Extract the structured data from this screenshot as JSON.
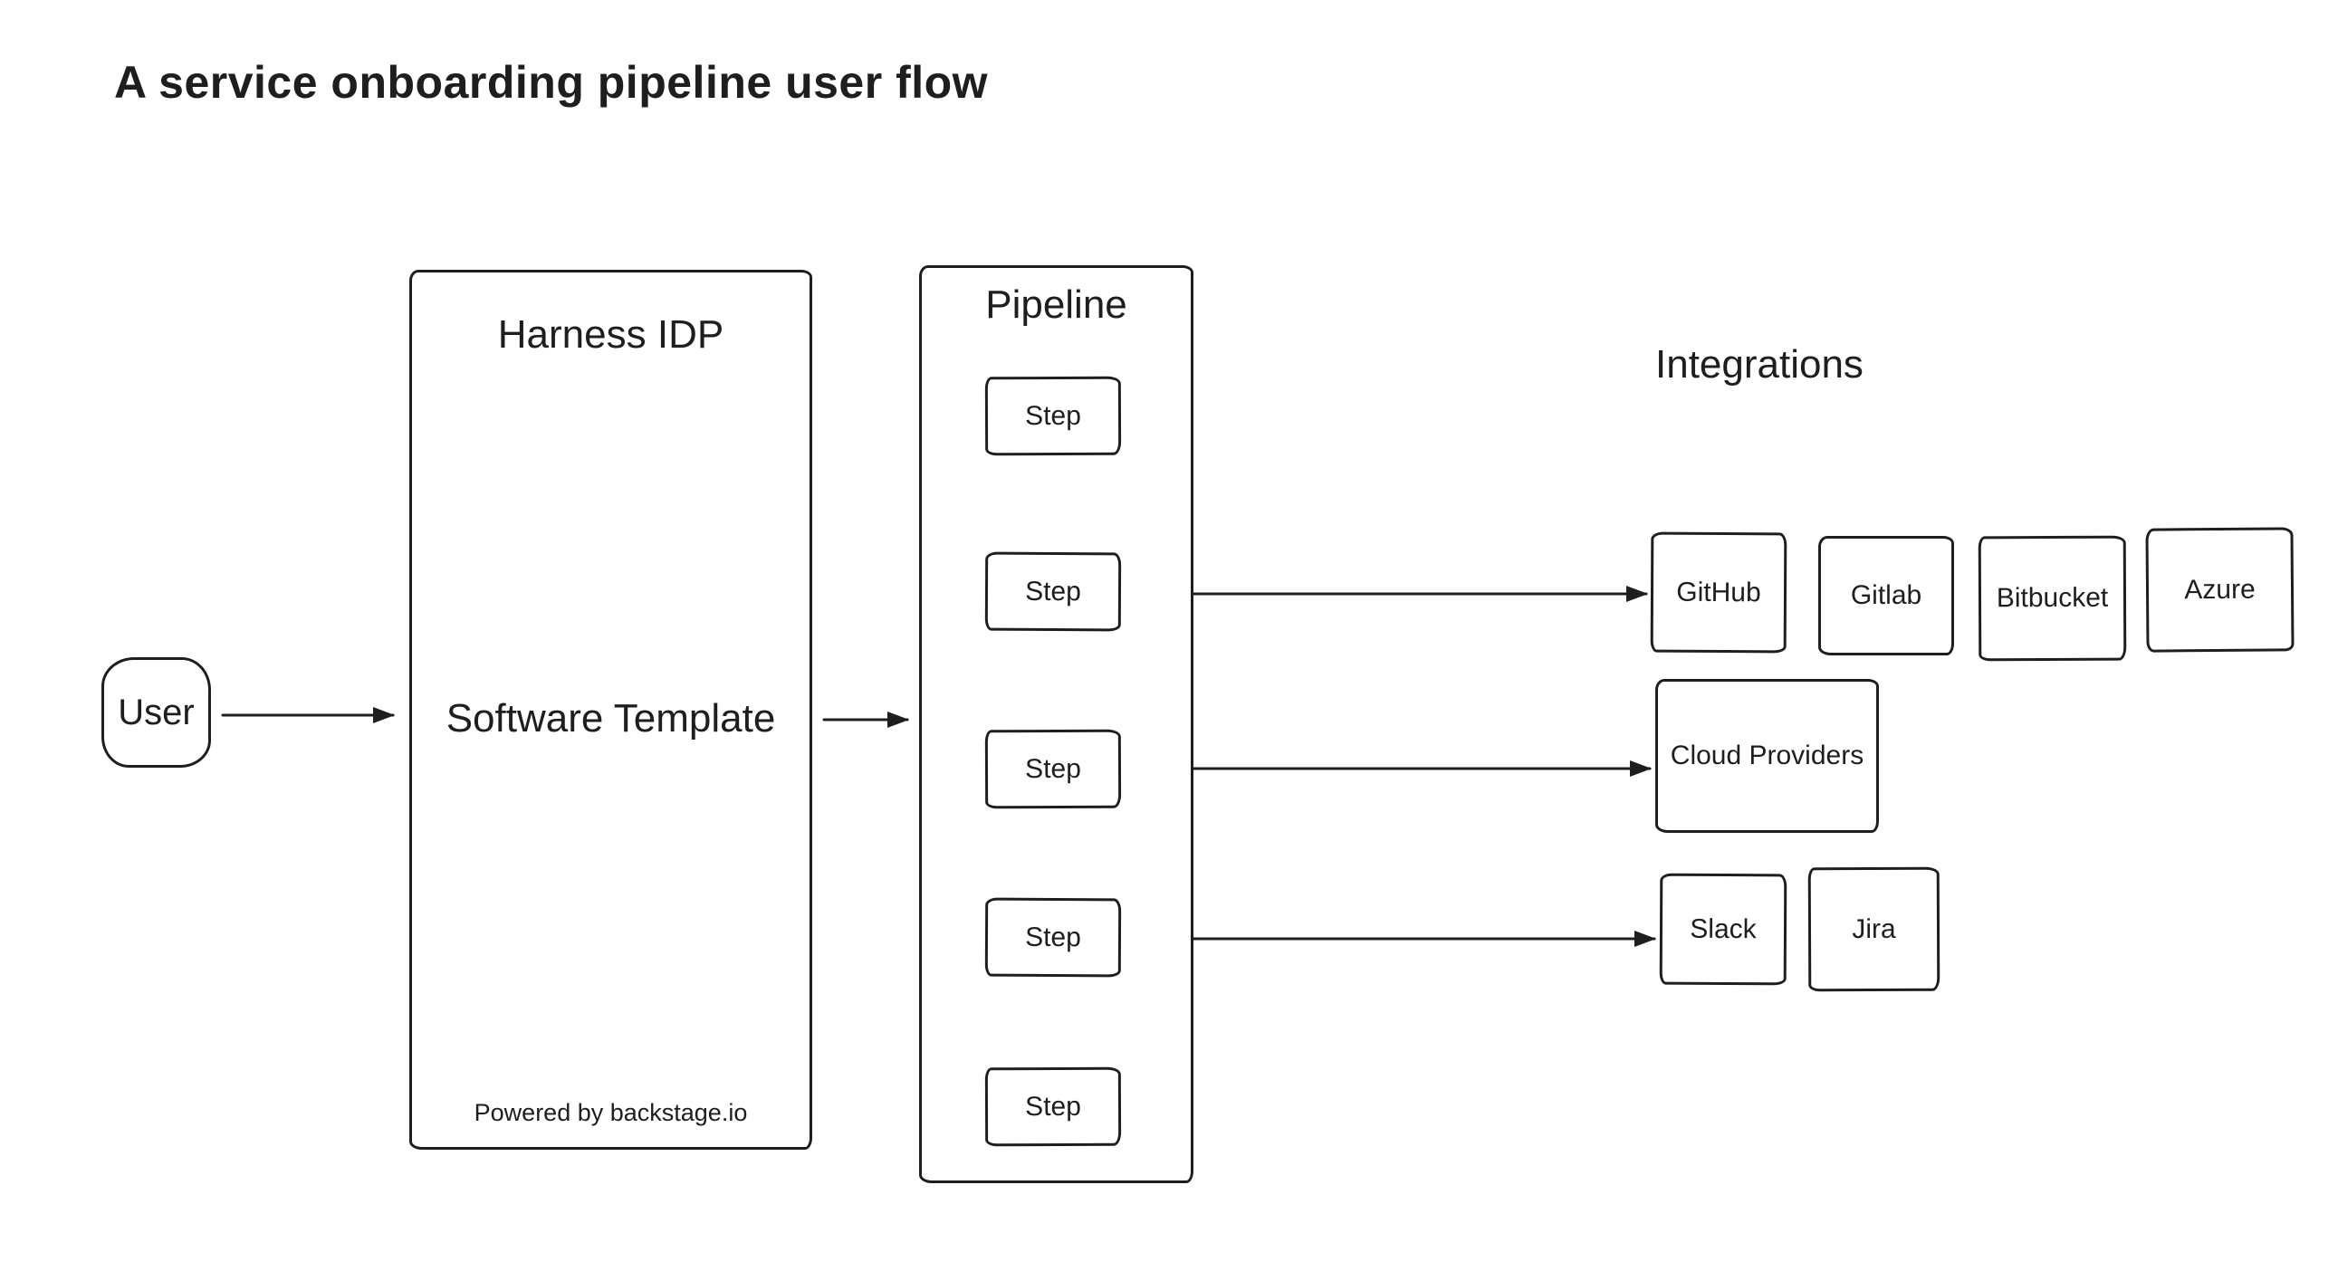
{
  "diagram": {
    "title": "A service onboarding pipeline user flow",
    "user": {
      "label": "User"
    },
    "harness": {
      "title": "Harness IDP",
      "template_label": "Software Template",
      "footer": "Powered by backstage.io"
    },
    "pipeline": {
      "title": "Pipeline",
      "steps": [
        "Step",
        "Step",
        "Step",
        "Step",
        "Step"
      ]
    },
    "integrations": {
      "title": "Integrations",
      "vcs": [
        "GitHub",
        "Gitlab",
        "Bitbucket",
        "Azure"
      ],
      "cloud": "Cloud Providers",
      "tools": [
        "Slack",
        "Jira"
      ]
    },
    "colors": {
      "stroke": "#1e1e1e",
      "background": "#ffffff"
    }
  }
}
